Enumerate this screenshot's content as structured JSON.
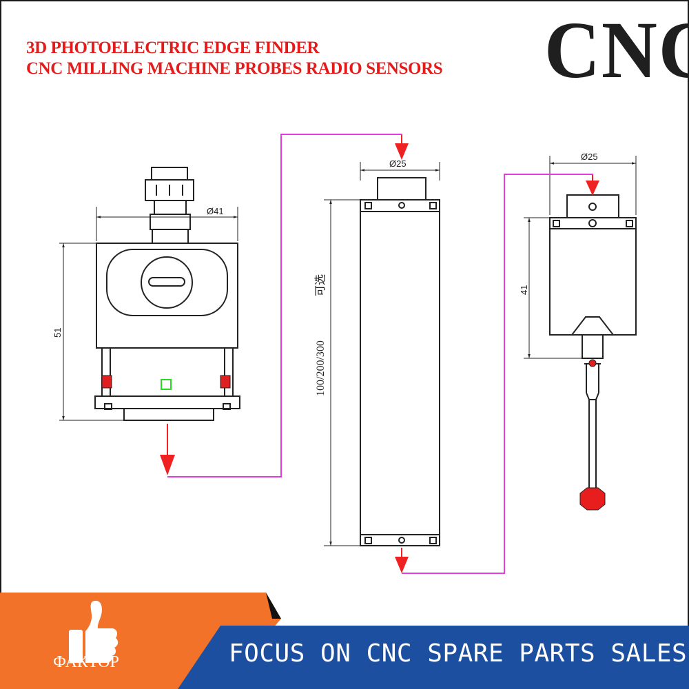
{
  "header": {
    "title_line1": "3D PHOTOELECTRIC EDGE FINDER",
    "title_line2": "CNC MILLING MACHINE PROBES RADIO SENSORS",
    "brand_word": "CNC"
  },
  "diagram": {
    "receiver_diameter": "Ø41",
    "receiver_height": "51",
    "extension_diameter": "Ø25",
    "extension_length": "100/200/300",
    "extension_note": "可选",
    "probe_diameter": "Ø25",
    "probe_height": "41"
  },
  "footer": {
    "logo_text": "ФАКТОР",
    "slogan": "FOCUS ON CNC SPARE PARTS SALES"
  },
  "colors": {
    "title_red": "#e41b1b",
    "connector_magenta": "#e23be0",
    "arrow_red": "#ee2222",
    "banner_orange": "#f2722a",
    "banner_blue": "#1c4fa0",
    "stylus_ball_red": "#e81d1d",
    "indicator_green": "#22dd22"
  }
}
